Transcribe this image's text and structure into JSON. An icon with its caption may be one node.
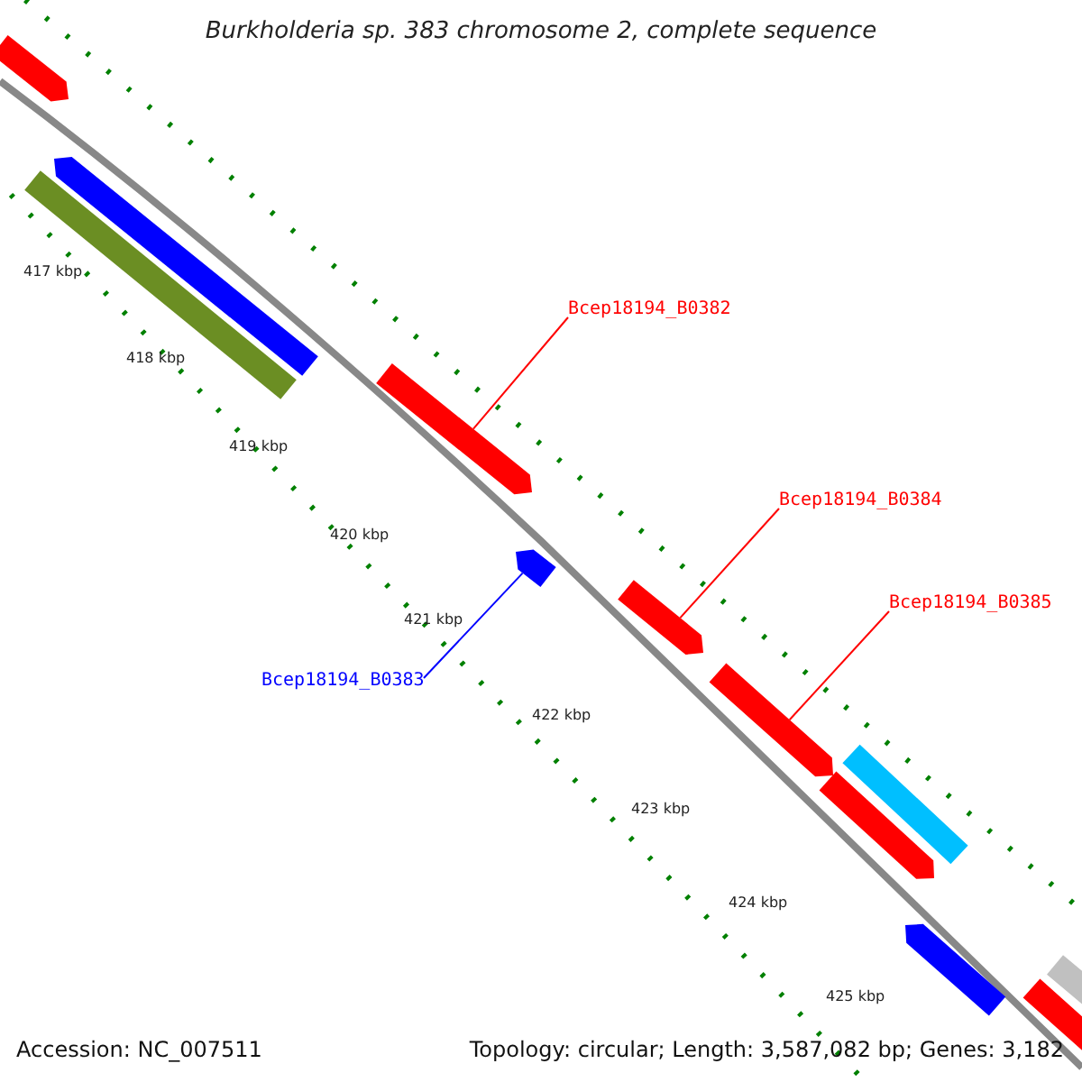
{
  "diagram": {
    "title": "Burkholderia sp. 383 chromosome 2, complete sequence",
    "nodes": [
      {
        "text": [
          "Bcep18194_B0382"
        ]
      },
      {
        "text": [],
        "shape": "bar"
      },
      {
        "text": [
          "Bcep18194_B0384"
        ]
      },
      {
        "text": [],
        "shape": "bar"
      },
      {
        "text": [
          "Bcep18194_B0385"
        ]
      },
      {
        "text": [],
        "shape": "bar"
      },
      {
        "text": [
          "Bcep18194_B0383"
        ]
      },
      {
        "text": [],
        "shape": "bar"
      },
      {
        "text": [],
        "shape": "bar"
      },
      {
        "text": [],
        "shape": "bar"
      },
      {
        "text": [],
        "shape": "bar"
      },
      {
        "text": [],
        "shape": "bar"
      },
      {
        "text": [],
        "shape": "bar"
      },
      {
        "text": [],
        "shape": "bar"
      },
      {
        "text": [],
        "shape": "bar"
      },
      {
        "text": [],
        "shape": "bar"
      }
    ],
    "edges": [
      {
        "from": 0,
        "to": 1,
        "arrow": "none",
        "color": "#ff0000"
      },
      {
        "from": 2,
        "to": 3,
        "arrow": "none",
        "color": "#ff0000"
      },
      {
        "from": 4,
        "to": 5,
        "arrow": "none",
        "color": "#ff0000"
      },
      {
        "from": 6,
        "to": 7,
        "arrow": "none",
        "color": "#0000ff"
      }
    ],
    "labels": [
      "417 kbp",
      "418 kbp",
      "419 kbp",
      "420 kbp",
      "421 kbp",
      "422 kbp",
      "423 kbp",
      "424 kbp",
      "425 kbp",
      "Accession: NC_007511",
      "Topology: circular; Length: 3,587,082 bp; Genes: 3,182"
    ]
  }
}
